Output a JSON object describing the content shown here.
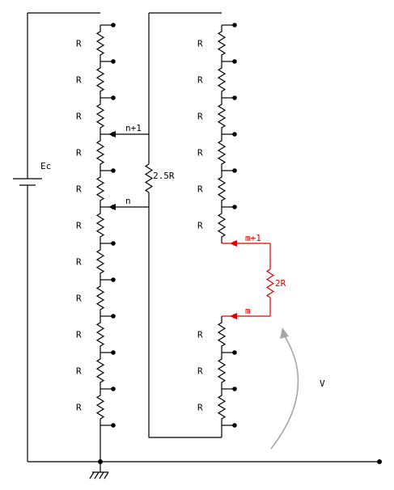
{
  "source": {
    "label": "Ec"
  },
  "resistor_label": "R",
  "left_chain": {
    "count": 11
  },
  "taps": {
    "upper": "n+1",
    "lower": "n"
  },
  "bridge_resistor": {
    "label": "2.5R"
  },
  "right_upper_chain": {
    "count": 6
  },
  "right_lower_chain": {
    "count": 3
  },
  "highlight": {
    "color": "#e00000",
    "upper_tap": "m+1",
    "lower_tap": "m",
    "resistor_label": "2R"
  },
  "output": {
    "label": "V",
    "arrow_color": "#a6a6a6"
  }
}
